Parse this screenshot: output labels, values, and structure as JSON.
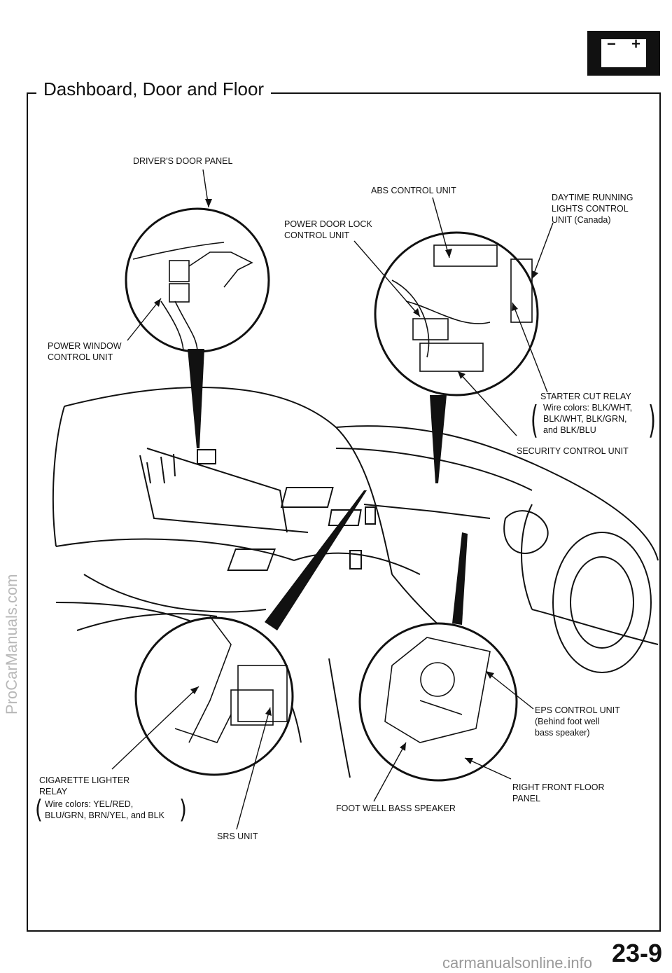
{
  "title": "Dashboard, Door and Floor",
  "labels": {
    "drivers_door_panel": "DRIVER'S DOOR PANEL",
    "abs_control_unit": "ABS CONTROL UNIT",
    "daytime_running": "DAYTIME RUNNING\nLIGHTS CONTROL\nUNIT (Canada)",
    "power_door_lock": "POWER DOOR LOCK\nCONTROL UNIT",
    "power_window": "POWER WINDOW\nCONTROL UNIT",
    "starter_cut_relay": "STARTER CUT RELAY",
    "starter_cut_wires": "Wire colors: BLK/WHT,\nBLK/WHT, BLK/GRN,\nand BLK/BLU",
    "security_control": "SECURITY CONTROL UNIT",
    "eps_control": "EPS CONTROL UNIT\n(Behind foot well\nbass speaker)",
    "right_front_floor": "RIGHT FRONT FLOOR\nPANEL",
    "foot_well_bass": "FOOT WELL BASS SPEAKER",
    "cigarette_lighter": "CIGARETTE LIGHTER\nRELAY",
    "cigarette_wires": "Wire colors: YEL/RED,\nBLU/GRN, BRN/YEL, and BLK",
    "srs_unit": "SRS UNIT"
  },
  "battery": {
    "minus": "−",
    "plus": "+"
  },
  "watermark": "ProCarManuals.com",
  "page_number": "23-9",
  "footer": "carmanualsonline.info"
}
